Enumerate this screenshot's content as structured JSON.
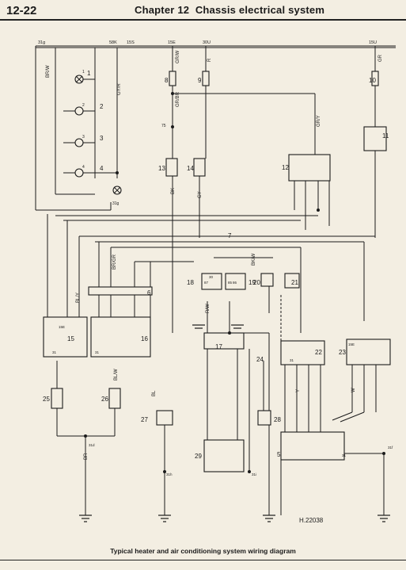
{
  "page": {
    "number": "12-22",
    "chapter": "Chapter 12",
    "title": "Chassis electrical system",
    "caption": "Typical heater and air conditioning system wiring diagram",
    "figure_ref": "H.22038"
  },
  "diagram": {
    "bus_labels": [
      "31g",
      "58K",
      "15S",
      "15E",
      "30U",
      "15U"
    ],
    "components": [
      "1",
      "2",
      "3",
      "4",
      "5",
      "6",
      "7",
      "8",
      "9",
      "10",
      "11",
      "12",
      "13",
      "14",
      "15",
      "16",
      "17",
      "18",
      "19",
      "20",
      "21",
      "22",
      "23",
      "24",
      "25",
      "26",
      "27",
      "28",
      "29"
    ],
    "wire_colors": [
      "BR/W",
      "GY/R",
      "GR/W",
      "GR/BR",
      "R",
      "GR",
      "GR/Y",
      "BK",
      "BR",
      "BL",
      "BL/Y",
      "BL/W",
      "R/W",
      "BR/GR",
      "BK/W",
      "GY",
      "Y",
      "W"
    ],
    "terminal_labels": [
      "31",
      "31",
      "31",
      "31",
      "31d",
      "31h",
      "31i",
      "31f",
      "15E",
      "15E",
      "87",
      "85",
      "86",
      "30"
    ],
    "nodes": [
      "31g",
      "75",
      "1",
      "2",
      "3",
      "4"
    ]
  }
}
